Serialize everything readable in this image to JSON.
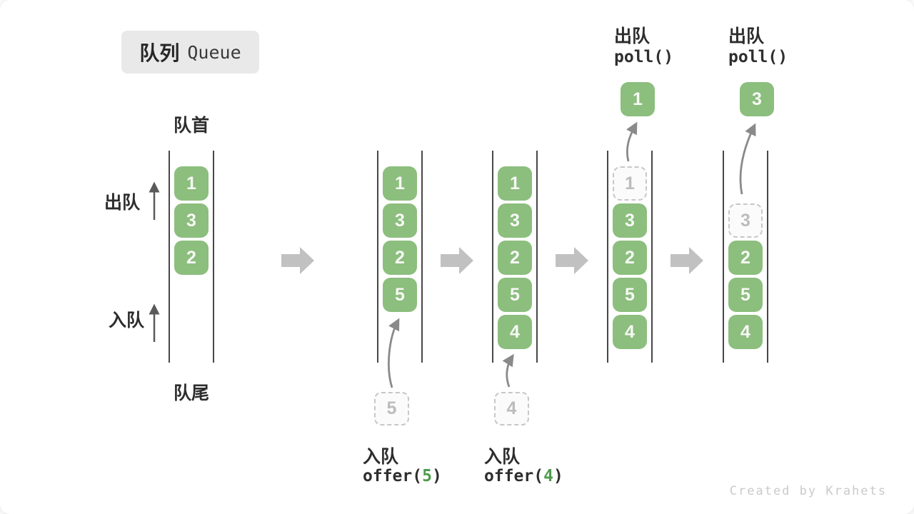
{
  "title": {
    "zh": "队列",
    "en": "Queue"
  },
  "labels": {
    "front": "队首",
    "rear": "队尾",
    "dequeue": "出队",
    "enqueue": "入队"
  },
  "operations": {
    "offer5": {
      "label": "入队",
      "code_prefix": "offer(",
      "arg": "5",
      "code_suffix": ")",
      "pending_value": "5"
    },
    "offer4": {
      "label": "入队",
      "code_prefix": "offer(",
      "arg": "4",
      "code_suffix": ")",
      "pending_value": "4"
    },
    "poll1": {
      "label": "出队",
      "code": "poll()",
      "value": "1"
    },
    "poll2": {
      "label": "出队",
      "code": "poll()",
      "value": "3"
    }
  },
  "states": [
    {
      "slots": [
        "1",
        "3",
        "2"
      ]
    },
    {
      "slots": [
        "1",
        "3",
        "2",
        "5"
      ]
    },
    {
      "slots": [
        "1",
        "3",
        "2",
        "5",
        "4"
      ]
    },
    {
      "slots": [
        "1",
        "3",
        "2",
        "5",
        "4"
      ],
      "ghost_index": 0
    },
    {
      "slots": [
        null,
        "3",
        "2",
        "5",
        "4"
      ],
      "ghost_index": 1
    }
  ],
  "colors": {
    "box_green": "#8cbe7e",
    "code_green": "#4e9c4e",
    "flow_arrow_gray": "#c1c1c1",
    "ghost_gray": "#c7c7c7"
  },
  "watermark": "Created by Krahets"
}
